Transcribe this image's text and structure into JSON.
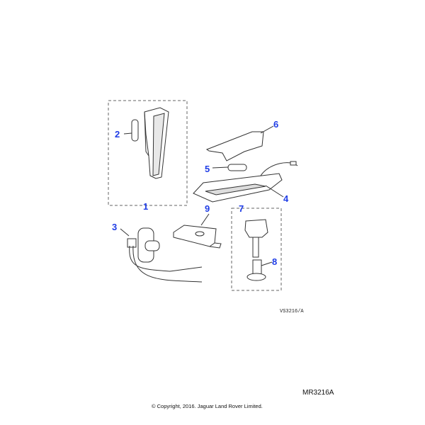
{
  "diagram": {
    "callouts": [
      "1",
      "2",
      "3",
      "4",
      "5",
      "6",
      "7",
      "8",
      "9"
    ],
    "drawing_ref": "VS3216/A",
    "illustration_code": "MR3216A",
    "copyright": "© Copyright, 2016. Jaguar Land Rover Limited.",
    "colors": {
      "callout": "#1f3de6",
      "line": "#333333"
    }
  }
}
